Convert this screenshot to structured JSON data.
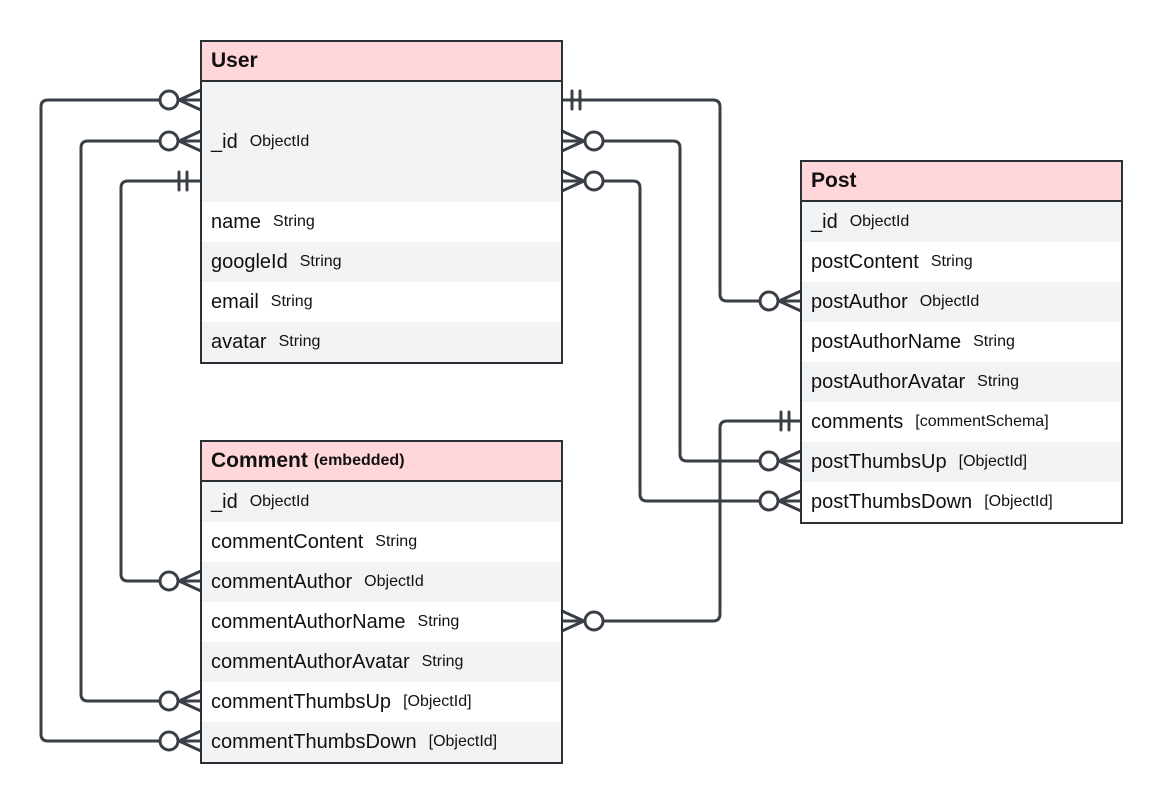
{
  "colors": {
    "header": "#ffd6d9",
    "line": "#3a3f47",
    "alt_row": "#f2f3f5"
  },
  "entities": {
    "user": {
      "title": "User",
      "subtitle": "",
      "fields": [
        {
          "name": "_id",
          "type": "ObjectId"
        },
        {
          "name": "name",
          "type": "String"
        },
        {
          "name": "googleId",
          "type": "String"
        },
        {
          "name": "email",
          "type": "String"
        },
        {
          "name": "avatar",
          "type": "String"
        }
      ]
    },
    "comment": {
      "title": "Comment",
      "subtitle": "(embedded)",
      "fields": [
        {
          "name": "_id",
          "type": "ObjectId"
        },
        {
          "name": "commentContent",
          "type": "String"
        },
        {
          "name": "commentAuthor",
          "type": "ObjectId"
        },
        {
          "name": "commentAuthorName",
          "type": "String"
        },
        {
          "name": "commentAuthorAvatar",
          "type": "String"
        },
        {
          "name": "commentThumbsUp",
          "type": "[ObjectId]"
        },
        {
          "name": "commentThumbsDown",
          "type": "[ObjectId]"
        }
      ]
    },
    "post": {
      "title": "Post",
      "subtitle": "",
      "fields": [
        {
          "name": "_id",
          "type": "ObjectId"
        },
        {
          "name": "postContent",
          "type": "String"
        },
        {
          "name": "postAuthor",
          "type": "ObjectId"
        },
        {
          "name": "postAuthorName",
          "type": "String"
        },
        {
          "name": "postAuthorAvatar",
          "type": "String"
        },
        {
          "name": "comments",
          "type": "[commentSchema]"
        },
        {
          "name": "postThumbsUp",
          "type": "[ObjectId]"
        },
        {
          "name": "postThumbsDown",
          "type": "[ObjectId]"
        }
      ]
    }
  },
  "relationships": [
    {
      "from": "User._id",
      "from_cardinality": "one",
      "to": "Post.postAuthor",
      "to_cardinality": "zero-or-many"
    },
    {
      "from": "User._id",
      "from_cardinality": "zero-or-many",
      "to": "Post.postThumbsUp",
      "to_cardinality": "zero-or-many"
    },
    {
      "from": "User._id",
      "from_cardinality": "zero-or-many",
      "to": "Post.postThumbsDown",
      "to_cardinality": "zero-or-many"
    },
    {
      "from": "User._id",
      "from_cardinality": "one",
      "to": "Comment.commentAuthor",
      "to_cardinality": "zero-or-many"
    },
    {
      "from": "User._id",
      "from_cardinality": "zero-or-many",
      "to": "Comment.commentThumbsUp",
      "to_cardinality": "zero-or-many"
    },
    {
      "from": "User._id",
      "from_cardinality": "zero-or-many",
      "to": "Comment.commentThumbsDown",
      "to_cardinality": "zero-or-many"
    },
    {
      "from": "Post.comments",
      "from_cardinality": "one",
      "to": "Comment.commentAuthorName",
      "to_cardinality": "zero-or-many"
    }
  ]
}
